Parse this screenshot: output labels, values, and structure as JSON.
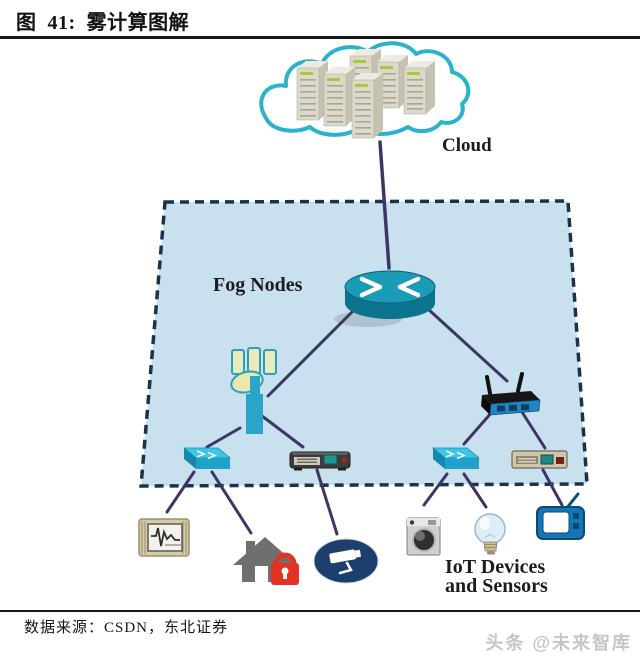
{
  "page": {
    "title": "图  41:  雾计算图解",
    "source": "数据来源：CSDN，东北证券",
    "watermark": "头条 @未来智库"
  },
  "diagram": {
    "labels": {
      "cloud": "Cloud",
      "fog_nodes": "Fog Nodes",
      "iot_line1": "IoT Devices",
      "iot_line2": "and Sensors"
    },
    "nodes": {
      "cloud": "cloud-datacenter",
      "fog": "fog-node-router",
      "access_layer": [
        "cell-tower",
        "wireless-access-point"
      ],
      "aggregation_layer": [
        "ethernet-switch-left",
        "media-gateway-left",
        "ethernet-switch-right",
        "media-gateway-right"
      ],
      "iot_devices": [
        "ecg-monitor",
        "smart-home-security",
        "cctv-camera",
        "washing-machine",
        "light-bulb",
        "television"
      ]
    },
    "colors": {
      "cloud_outline": "#2bb3cd",
      "fog_region_fill": "#c9e0ef",
      "fog_region_border": "#17344b",
      "link_line": "#3e3566",
      "router_teal": "#1b9cb6",
      "switch_cyan": "#3fc6e6",
      "alert_red": "#e23322",
      "camera_navy": "#1c3f6d",
      "tv_blue": "#1576b5"
    }
  }
}
